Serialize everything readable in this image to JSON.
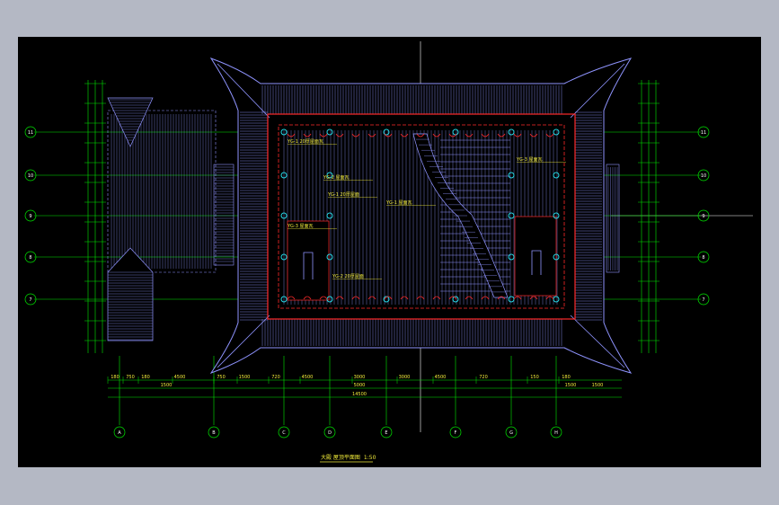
{
  "drawing": {
    "title": "大殿 屋顶平面图",
    "scale": "1:50"
  },
  "axes": {
    "horizontal_labels": [
      "11",
      "10",
      "9",
      "8",
      "7"
    ],
    "vertical_labels": [
      "A",
      "B",
      "C",
      "D",
      "E",
      "F",
      "G",
      "H"
    ]
  },
  "dimensions": {
    "bottom_row1": [
      "180",
      "750",
      "180",
      "4500",
      "750",
      "1500",
      "720",
      "4500",
      "3000",
      "3000",
      "4500",
      "720",
      "150",
      "180"
    ],
    "bottom_row2": [
      "1500",
      "5000",
      "1500",
      "1500"
    ],
    "total": "14500"
  },
  "annotations": [
    "YG-1 20厚屋面瓦",
    "YG-2 屋面瓦",
    "YG-3 屋面瓦",
    "YG-1 20厚屋面",
    "YG-2 20厚屋面",
    "YG-1 屋面瓦",
    "YG-3 屋面瓦"
  ],
  "colors": {
    "background": "#000000",
    "window_frame": "#b4b8c4",
    "roof_lines": "#8f94ff",
    "axis_lines": "#00e800",
    "ridge_red": "#ff2a2a",
    "column_cyan": "#25d9e6",
    "text_yellow": "#f2ec3a",
    "white": "#ffffff"
  }
}
